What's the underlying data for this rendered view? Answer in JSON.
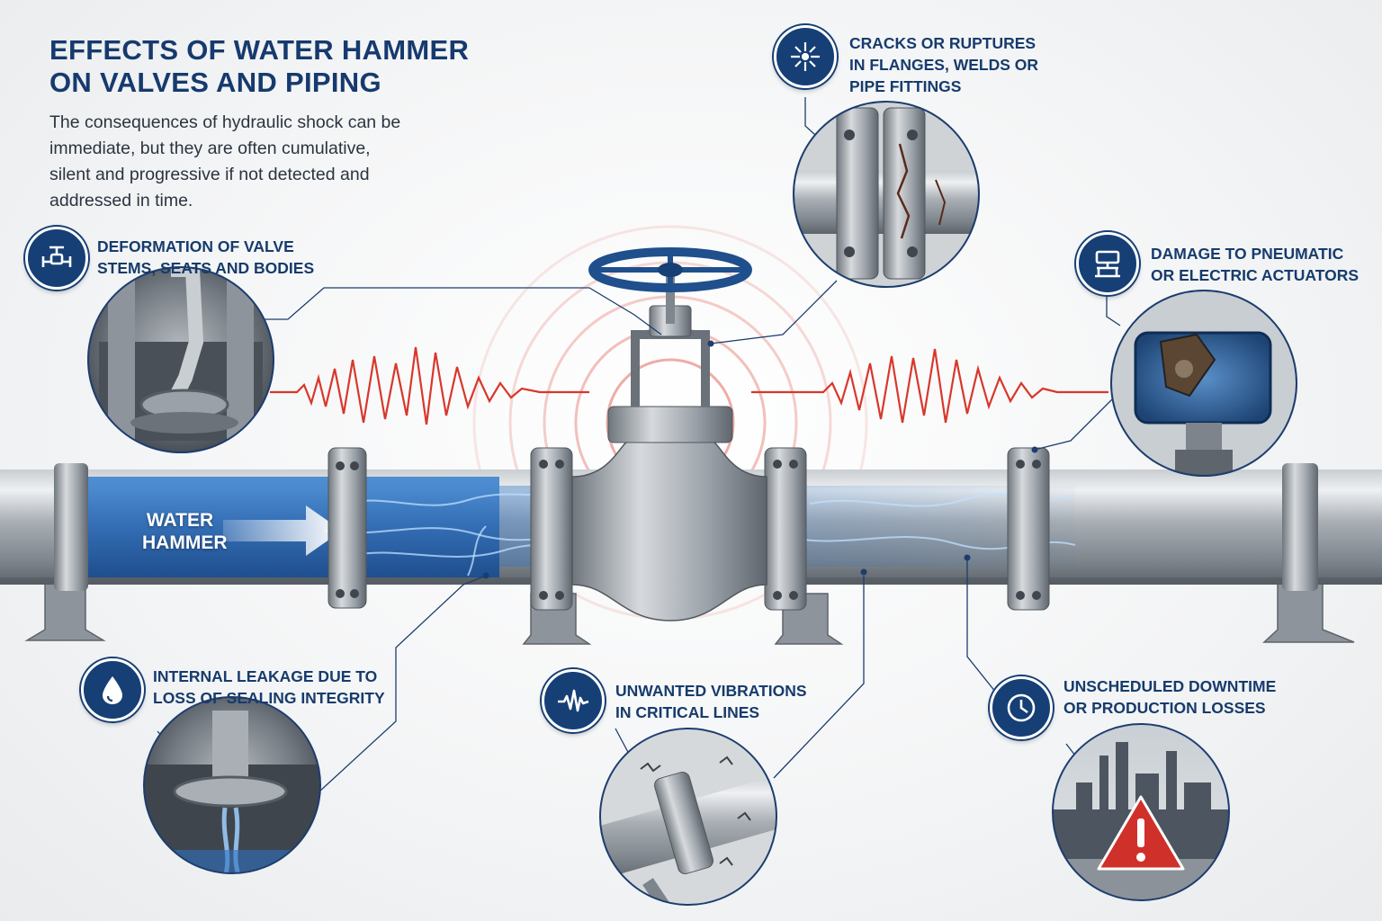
{
  "header": {
    "title_line1": "EFFECTS OF WATER HAMMER",
    "title_line2": "ON VALVES AND PIPING",
    "subtitle_line1": "The consequences of hydraulic shock can be",
    "subtitle_line2": "immediate, but they are often cumulative,",
    "subtitle_line3": "silent and progressive if not detected and",
    "subtitle_line4": "addressed in time."
  },
  "flow": {
    "line1": "WATER",
    "line2": "HAMMER"
  },
  "effects": [
    {
      "line1": "DEFORMATION OF VALVE",
      "line2": "STEMS, SEATS AND BODIES",
      "icon": "valve-icon"
    },
    {
      "line1": "CRACKS OR RUPTURES",
      "line2": "IN FLANGES, WELDS OR",
      "line3": "PIPE FITTINGS",
      "icon": "crack-burst-icon"
    },
    {
      "line1": "DAMAGE TO PNEUMATIC",
      "line2": "OR ELECTRIC ACTUATORS",
      "icon": "actuator-icon"
    },
    {
      "line1": "INTERNAL LEAKAGE DUE TO",
      "line2": "LOSS OF SEALING INTEGRITY",
      "icon": "water-drop-icon"
    },
    {
      "line1": "UNWANTED VIBRATIONS",
      "line2": "IN CRITICAL LINES",
      "icon": "waveform-icon"
    },
    {
      "line1": "UNSCHEDULED DOWNTIME",
      "line2": "OR PRODUCTION LOSSES",
      "icon": "clock-icon"
    }
  ],
  "colors": {
    "navy": "#163f75",
    "text_navy": "#173b6c",
    "shock_red": "#d8372b",
    "water_blue": "#2f72c0",
    "steel": "#9aa1a8"
  }
}
